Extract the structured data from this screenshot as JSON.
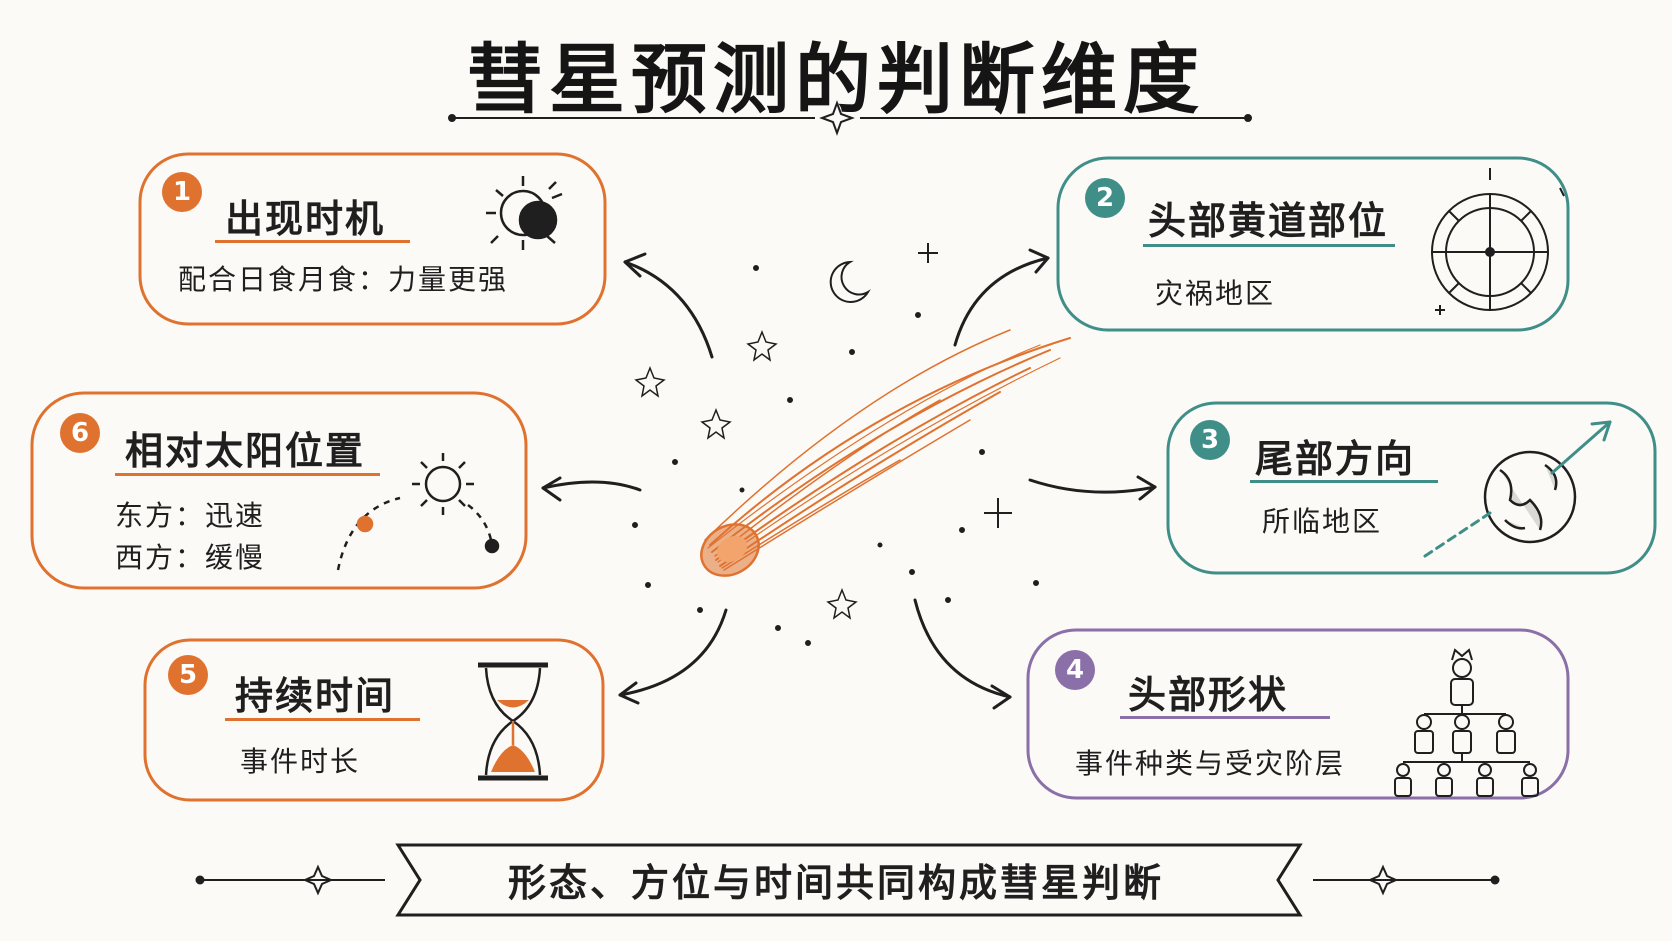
{
  "title": "彗星预测的判断维度",
  "cards": [
    {
      "number": "1",
      "title": "出现时机",
      "lines": [
        "配合日食月食：力量更强"
      ],
      "icon": "eclipse-icon"
    },
    {
      "number": "2",
      "title": "头部黄道部位",
      "lines": [
        "灾祸地区"
      ],
      "icon": "zodiac-wheel-icon"
    },
    {
      "number": "3",
      "title": "尾部方向",
      "lines": [
        "所临地区"
      ],
      "icon": "globe-arrow-icon"
    },
    {
      "number": "4",
      "title": "头部形状",
      "lines": [
        "事件种类与受灾阶层"
      ],
      "icon": "hierarchy-icon"
    },
    {
      "number": "5",
      "title": "持续时间",
      "lines": [
        "事件时长"
      ],
      "icon": "hourglass-icon"
    },
    {
      "number": "6",
      "title": "相对太阳位置",
      "lines": [
        "东方：迅速",
        "西方：缓慢"
      ],
      "icon": "sun-arc-icon"
    }
  ],
  "banner": "形态、方位与时间共同构成彗星判断",
  "colors": {
    "orange": "#e0722f",
    "teal": "#3f8f88",
    "purple": "#8a6fa8",
    "ink": "#1f1f1f"
  }
}
